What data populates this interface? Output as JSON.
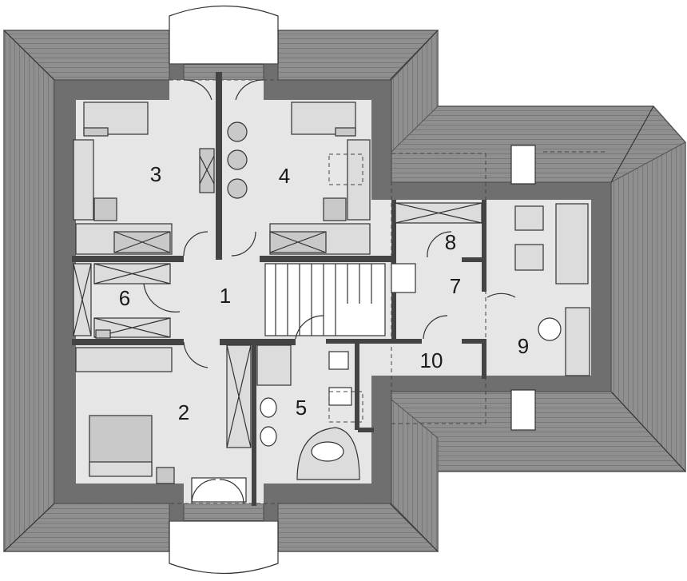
{
  "rooms": [
    {
      "id": "1",
      "label": "1"
    },
    {
      "id": "2",
      "label": "2"
    },
    {
      "id": "3",
      "label": "3"
    },
    {
      "id": "4",
      "label": "4"
    },
    {
      "id": "5",
      "label": "5"
    },
    {
      "id": "6",
      "label": "6"
    },
    {
      "id": "7",
      "label": "7"
    },
    {
      "id": "8",
      "label": "8"
    },
    {
      "id": "9",
      "label": "9"
    },
    {
      "id": "10",
      "label": "10"
    }
  ],
  "colors": {
    "roof": "#8c8c8c",
    "wall": "#6f6f6f",
    "floor": "#e6e6e6",
    "furniture": "#c9c9c9",
    "background": "#ffffff"
  }
}
